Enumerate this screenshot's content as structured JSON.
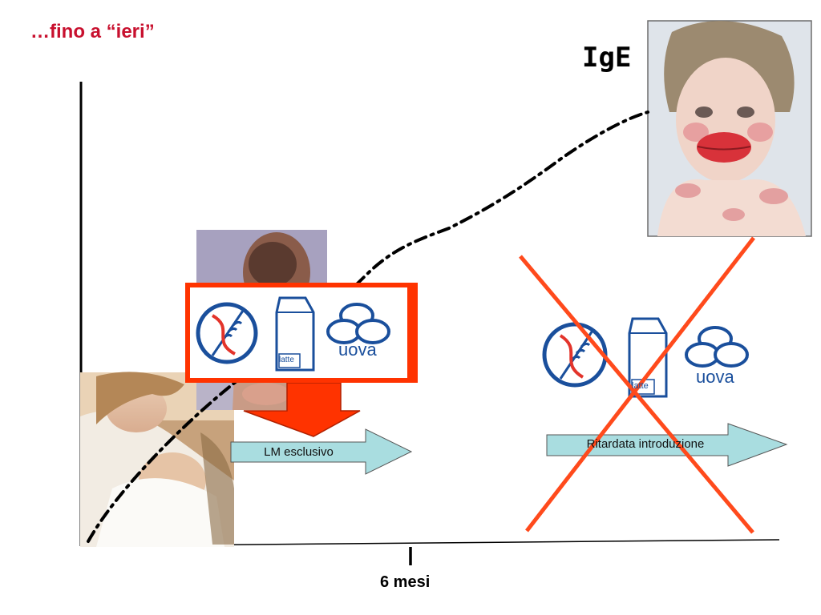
{
  "title": "…fino a “ieri”",
  "curve_label": "IgE",
  "x_tick_label": "6 mesi",
  "arrows": {
    "exclusive": "LM esclusivo",
    "delayed": "Ritardata introduzione"
  },
  "food_icons": {
    "milk": "latte",
    "eggs": "uova"
  },
  "colors": {
    "title": "#c8102e",
    "box_border": "#ff3300",
    "arrow_fill": "#a9dde0",
    "cross": "#ff4a1c",
    "food_icon": "#1a4f9c"
  }
}
